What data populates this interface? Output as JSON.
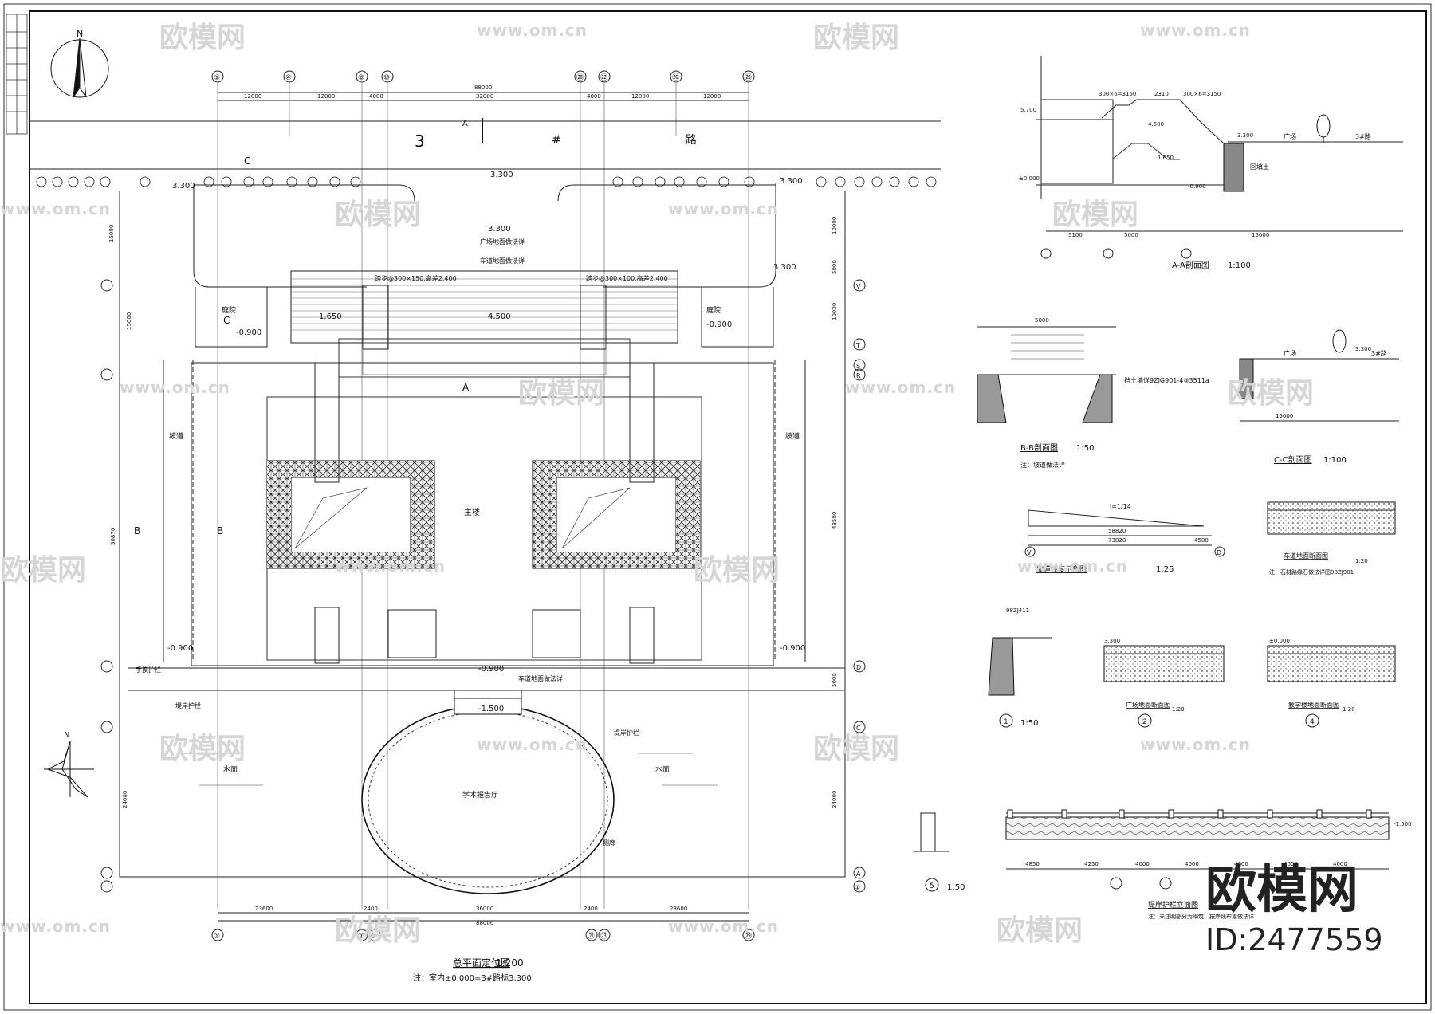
{
  "plan": {
    "title": "总平面定位图",
    "scale": "1:200",
    "note": "注：室内±0.000=3#路标3.300",
    "north": "N",
    "road_number": "3",
    "road_hash": "#",
    "road_char": "路",
    "grid_top": [
      "①",
      "④",
      "⑧",
      "⑩",
      "⑳",
      "㉒",
      "㉖",
      "㉙"
    ],
    "grid_bottom": [
      "①",
      "⑦",
      "⑨",
      "㉑",
      "㉓",
      "㉙"
    ],
    "grid_right": [
      "V",
      "T",
      "S",
      "R",
      "D",
      "C",
      "A",
      "①"
    ],
    "dims_top": [
      "12000",
      "12000",
      "4000",
      "32000",
      "4000",
      "12000",
      "12000"
    ],
    "dim_total": "88000",
    "dims_bottom": [
      "23600",
      "2400",
      "36000",
      "2400",
      "23600"
    ],
    "dims_left": [
      "15000",
      "15000",
      "50870",
      "24000"
    ],
    "dims_right": [
      "10000",
      "5000",
      "10000",
      "48500",
      "5000",
      "24000"
    ],
    "elev": [
      "3.300",
      "3.300",
      "3.300",
      "3.300",
      "3.300",
      "1.650",
      "4.500",
      "-0.900",
      "-0.900",
      "-0.900",
      "-0.900",
      "-0.900",
      "-1.500"
    ],
    "labels": {
      "courtyard": "庭院",
      "main_building": "主楼",
      "hall": "学术报告厅",
      "water": "水面",
      "ramp": "坡道",
      "corridor": "侧廊",
      "handrail": "手摸护栏",
      "bank_rail": "堤岸护栏",
      "plaza_note": "广场地面做法详",
      "road_note": "车道地面做法详",
      "stair1": "踏步@300×150,高差2.400",
      "stair2": "踏步@300×100,高差2.400",
      "section_c": "C",
      "section_b": "B",
      "section_a": "A"
    }
  },
  "sections": {
    "aa": {
      "title": "A-A剖面图",
      "scale": "1:100",
      "plaza": "广场",
      "road": "3#路",
      "fill": "回填土",
      "dims": [
        "5100",
        "5000",
        "15000"
      ],
      "stair_dims": [
        "300×6=3150",
        "2310",
        "300×6=3150"
      ],
      "elev": [
        "5.700",
        "±0.000",
        "4.500",
        "3.300",
        "1.650",
        "-0.900"
      ]
    },
    "bb": {
      "title": "B-B剖面图",
      "scale": "1:50",
      "note": "注：坡道做法详",
      "wall_note": "挡土墙详9ZJG901-4③3511a",
      "dim": "5000"
    },
    "cc": {
      "title": "C-C剖面图",
      "scale": "1:100",
      "plaza": "广场",
      "road": "3#路",
      "dim": "15000",
      "elev": "3.300"
    },
    "ramp": {
      "title": "坡道坡度示意图",
      "scale": "1:25",
      "slope": "i=1/14",
      "dims": [
        "58820",
        "73820",
        "4500"
      ],
      "ends": [
        "V",
        "D"
      ]
    },
    "road_section": {
      "title": "车道地面断面图",
      "scale": "1:20",
      "note": "注：石材路缘石做法详图98ZJ901"
    },
    "d1": {
      "num": "1",
      "scale": "1:50",
      "ref": "98ZJ411"
    },
    "d2": {
      "num": "2",
      "title": "广场地面断面图",
      "scale": "1:20",
      "elev": "3.300"
    },
    "d4": {
      "num": "4",
      "title": "教学楼地面断面图",
      "scale": "1:20",
      "elev": "±0.000"
    },
    "d5": {
      "num": "5",
      "scale": "1:50"
    },
    "bank_rail": {
      "title": "堤岸护栏立面图",
      "note": "注：未注明部分为砌筑，按岸线布置做法详",
      "dims": [
        "4850",
        "4250",
        "4000",
        "4000",
        "4000",
        "4000",
        "4000"
      ],
      "elev": "-1.500"
    }
  },
  "watermark": {
    "brand": "欧模网",
    "url": "www.om.cn",
    "id": "ID:2477559"
  }
}
